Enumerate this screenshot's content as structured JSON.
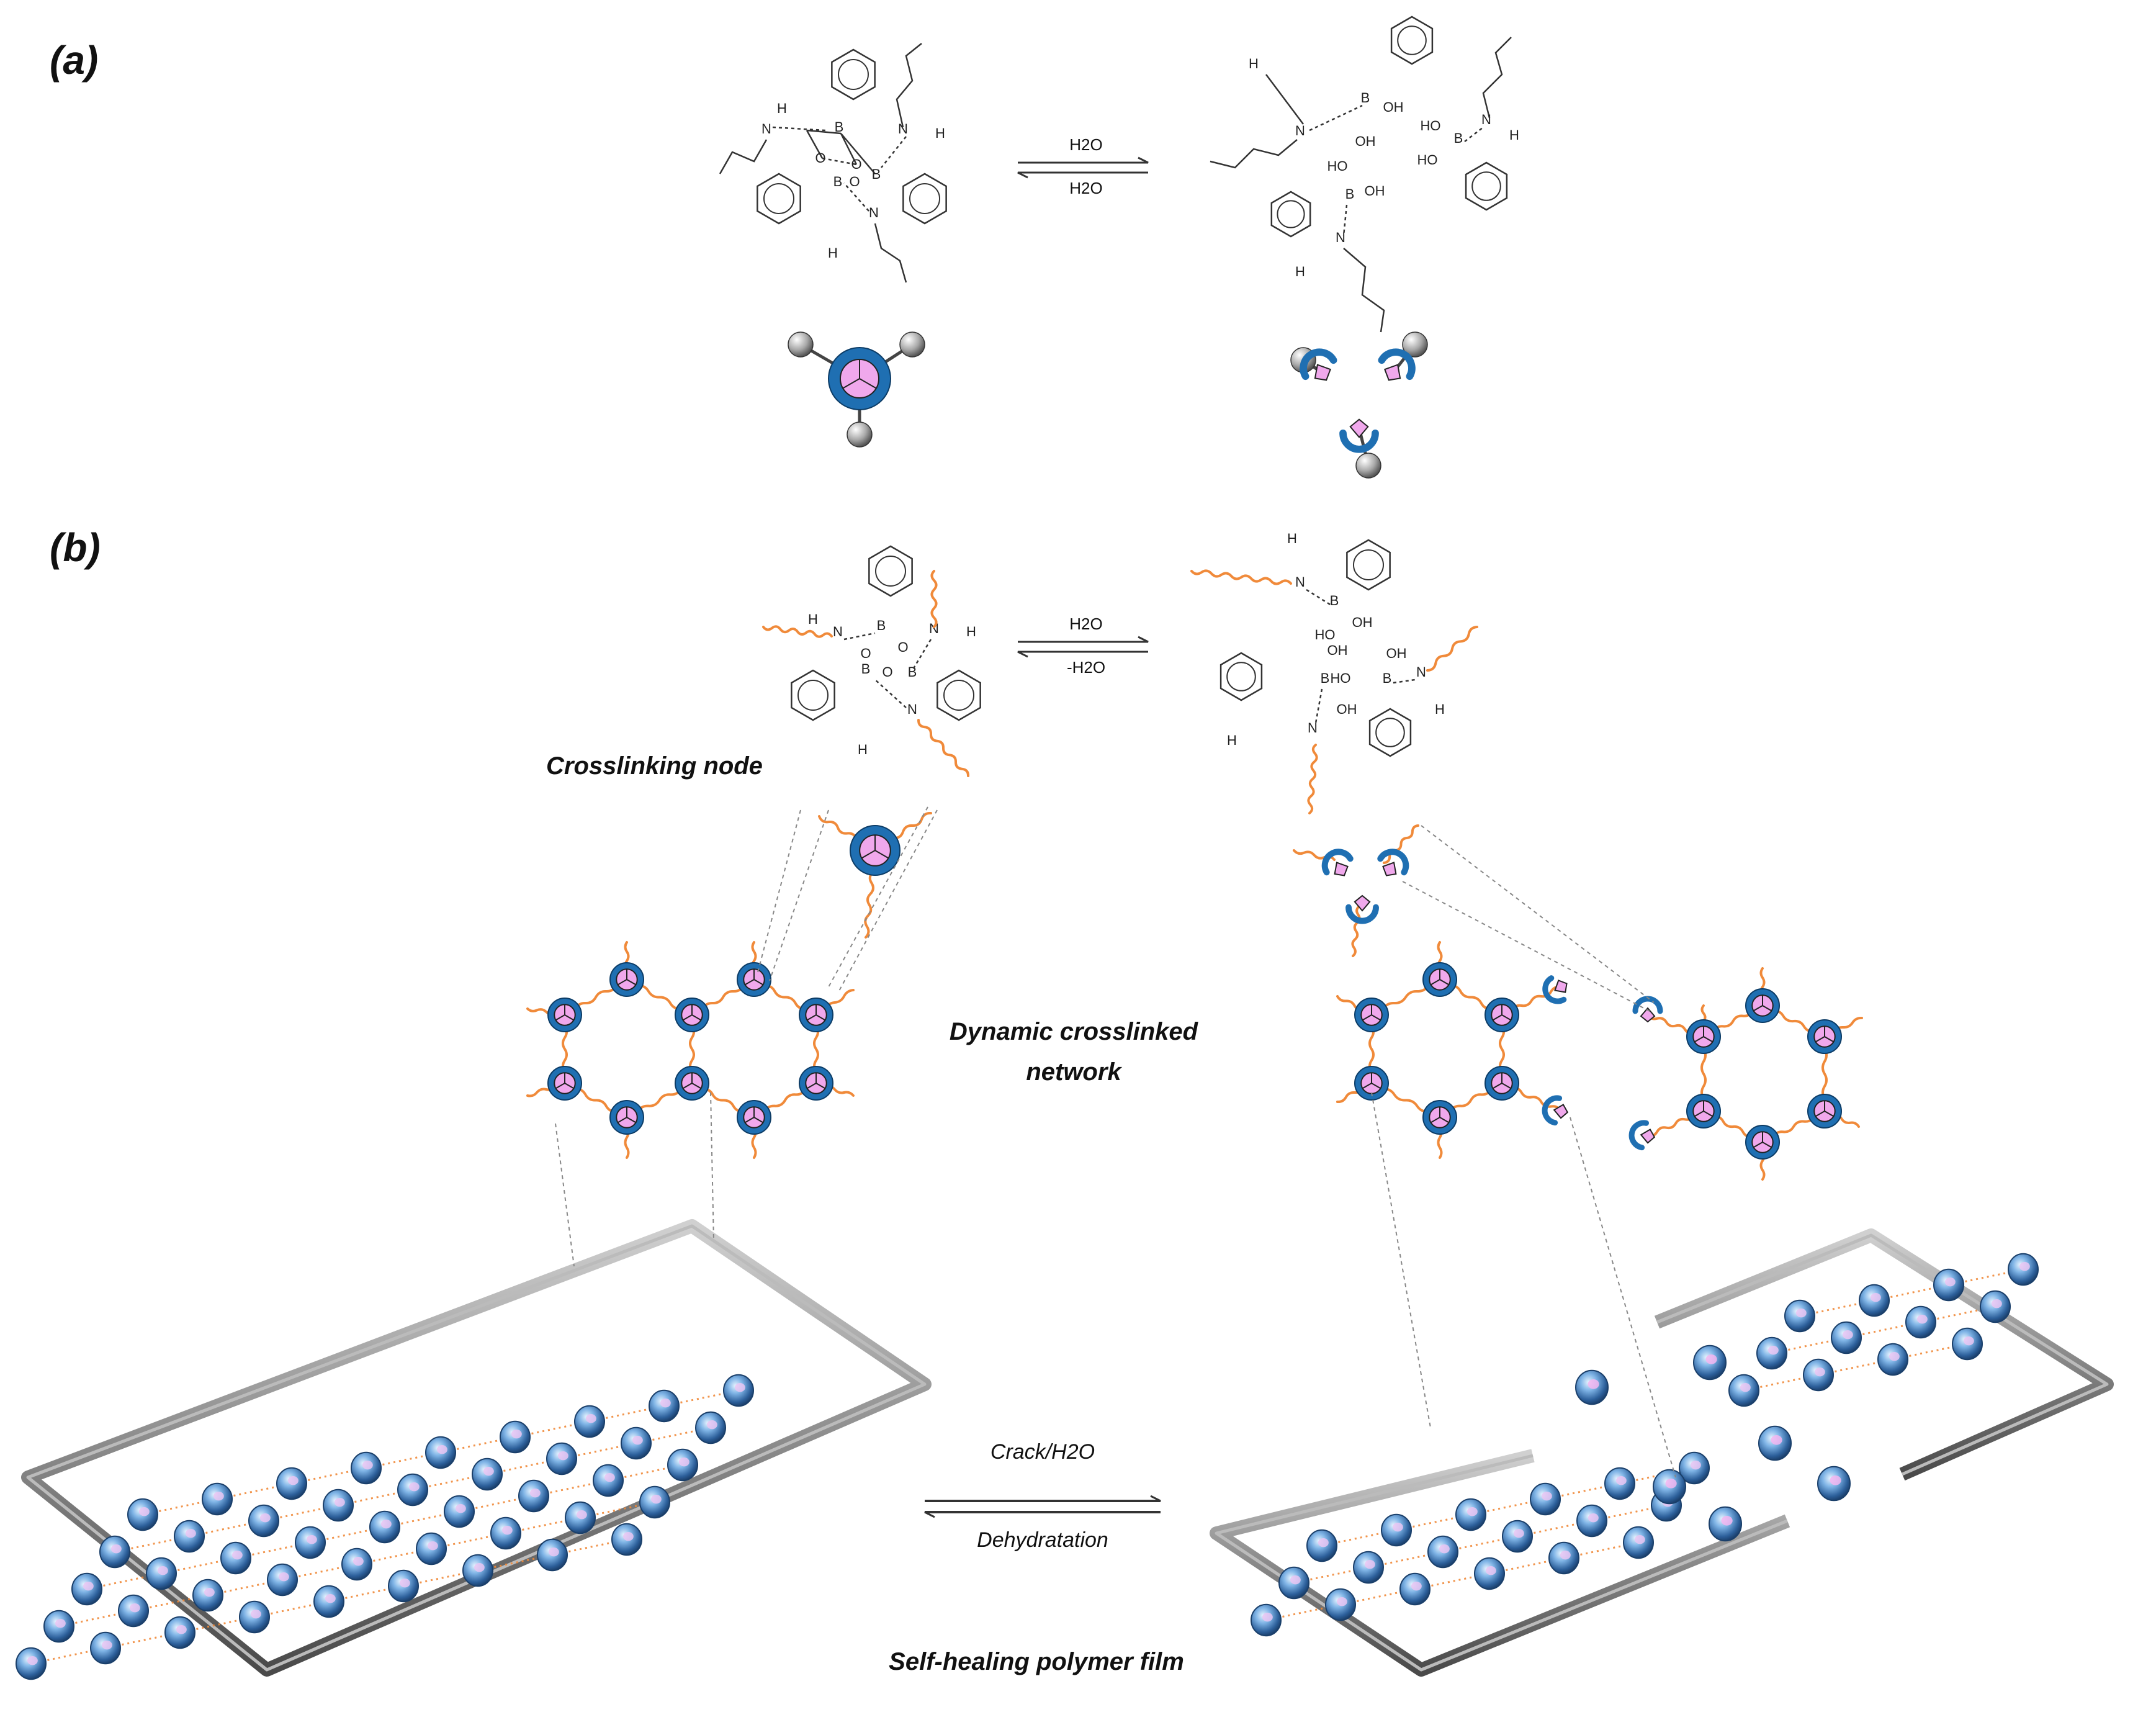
{
  "panels": {
    "a_label": "(a)",
    "b_label": "(b)"
  },
  "panel_a": {
    "forward_condition": "H2O",
    "reverse_condition": "H2O"
  },
  "panel_b": {
    "forward_condition": "H2O",
    "reverse_condition": "-H2O",
    "crosslinking_node": "Crosslinking node",
    "network_caption_line1": "Dynamic crosslinked",
    "network_caption_line2": "network",
    "film_forward_condition": "Crack/H2O",
    "film_reverse_condition": "Dehydratation",
    "film_caption": "Self-healing polymer film"
  },
  "colors": {
    "node_ring": "#1f6fb2",
    "node_core": "#f0a8ec",
    "chain": "#f08a3a",
    "frame": "#8c8c8c",
    "sphere": "#9a9a9a"
  }
}
